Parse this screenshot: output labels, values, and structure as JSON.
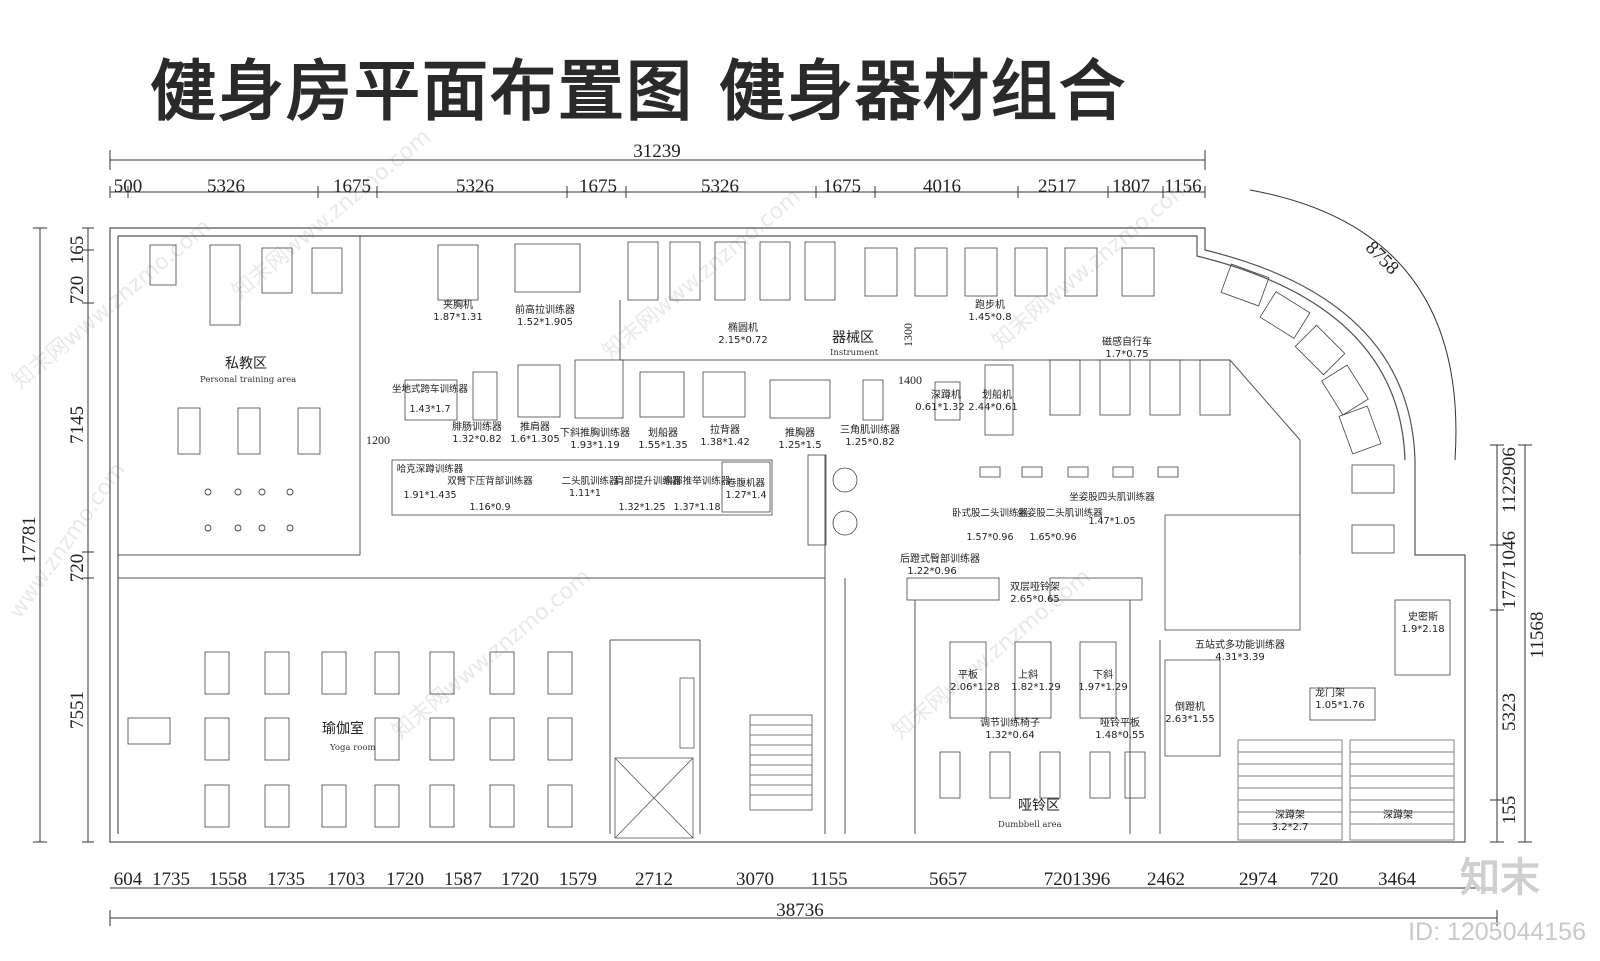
{
  "title": "健身房平面布置图  健身器材组合",
  "dims_top_total": "31239",
  "dims_top": [
    "500",
    "5326",
    "1675",
    "5326",
    "1675",
    "5326",
    "1675",
    "4016",
    "2517",
    "1807",
    "1156"
  ],
  "dims_bottom_total": "38736",
  "dims_bottom": [
    "604",
    "1735",
    "1558",
    "1735",
    "1703",
    "1720",
    "1587",
    "1720",
    "1579",
    "2712",
    "3070",
    "1155",
    "5657",
    "7201396",
    "2462",
    "2974",
    "720",
    "3464"
  ],
  "dims_left": [
    "720",
    "165",
    "7145",
    "17781",
    "720",
    "7551"
  ],
  "dims_left_labels": [
    "720",
    "165",
    "7145",
    "17781",
    "720",
    "7551"
  ],
  "dims_right": [
    "1777",
    "1046",
    "11",
    "22906",
    "11568",
    "5323",
    "155"
  ],
  "dims_right_labels": {
    "a": "1777",
    "b": "1046",
    "c": "1122906",
    "d": "11568",
    "e": "5323",
    "f": "155"
  },
  "dim_arc": "8758",
  "dim_1300": "1300",
  "dim_1400": "1400",
  "dim_1200": "1200",
  "zones": {
    "private": {
      "cn": "私教区",
      "en": "Personal training area"
    },
    "instrument": {
      "cn": "器械区",
      "en": "Instrument"
    },
    "yoga": {
      "cn": "瑜伽室",
      "en": "Yoga room"
    },
    "dumbbell": {
      "cn": "哑铃区",
      "en": "Dumbbell area"
    }
  },
  "equipment": [
    {
      "name": "夹胸机",
      "size": "1.87*1.31"
    },
    {
      "name": "前高拉训练器",
      "size": "1.52*1.905"
    },
    {
      "name": "椭圆机",
      "size": "2.15*0.72"
    },
    {
      "name": "跑步机",
      "size": "1.45*0.8"
    },
    {
      "name": "磁感自行车",
      "size": "1.7*0.75"
    },
    {
      "name": "坐地式跨车训练器",
      "size": "1.43*1.7"
    },
    {
      "name": "腓肠训练器",
      "size": "1.32*0.82"
    },
    {
      "name": "推肩器",
      "size": "1.6*1.305"
    },
    {
      "name": "下斜推胸训练器",
      "size": "1.93*1.19"
    },
    {
      "name": "划船器",
      "size": "1.55*1.35"
    },
    {
      "name": "拉背器",
      "size": "1.38*1.42"
    },
    {
      "name": "推胸器",
      "size": "1.25*1.5"
    },
    {
      "name": "三角肌训练器",
      "size": "1.25*0.82"
    },
    {
      "name": "深蹲机",
      "size": "0.61*1.32"
    },
    {
      "name": "划船机",
      "size": "2.44*0.61"
    },
    {
      "name": "哈克深蹲训练器",
      "size": "1.91*1.435"
    },
    {
      "name": "双臂下压背部训练器",
      "size": "1.16*0.9"
    },
    {
      "name": "二头肌训练器",
      "size": "1.11*1"
    },
    {
      "name": "肩部提升训练器",
      "size": "1.32*1.25"
    },
    {
      "name": "肩部推举训练器",
      "size": "1.37*1.18"
    },
    {
      "name": "卷腹机器",
      "size": "1.27*1.4"
    },
    {
      "name": "卧式股二头训练器",
      "size": "1.57*0.96"
    },
    {
      "name": "坐姿股二头肌训练器",
      "size": "1.65*0.96"
    },
    {
      "name": "坐姿股四头肌训练器",
      "size": "1.47*1.05"
    },
    {
      "name": "后蹬式臀部训练器",
      "size": "1.22*0.96"
    },
    {
      "name": "双层哑铃架",
      "size": "2.65*0.65"
    },
    {
      "name": "五站式多功能训练器",
      "size": "4.31*3.39"
    },
    {
      "name": "史密斯",
      "size": "1.9*2.18"
    },
    {
      "name": "平板",
      "size": "2.06*1.28"
    },
    {
      "name": "上斜",
      "size": "1.82*1.29"
    },
    {
      "name": "下斜",
      "size": "1.97*1.29"
    },
    {
      "name": "倒蹬机",
      "size": "2.63*1.55"
    },
    {
      "name": "龙门架",
      "size": "1.05*1.76"
    },
    {
      "name": "调节训练椅子",
      "size": "1.32*0.64"
    },
    {
      "name": "哑铃平板",
      "size": "1.48*0.55"
    },
    {
      "name": "深蹲架",
      "size": "3.2*2.7"
    },
    {
      "name": "深蹲架",
      "size": ""
    }
  ],
  "watermark": "www.znzmo.com",
  "logo": "知末",
  "id_text": "ID: 1205044156"
}
